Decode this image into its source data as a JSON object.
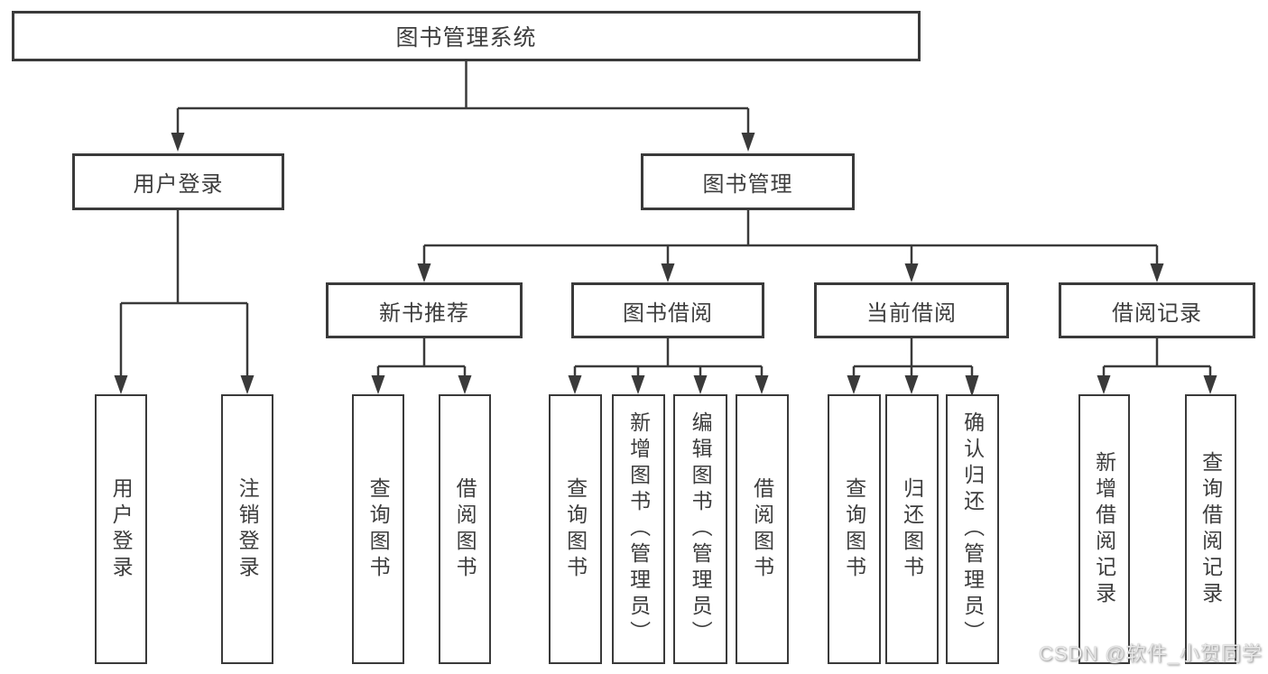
{
  "diagram": {
    "root": "图书管理系统",
    "user_branch": {
      "label": "用户登录",
      "children": [
        "用户登录",
        "注销登录"
      ]
    },
    "book_branch": {
      "label": "图书管理",
      "sections": [
        {
          "label": "新书推荐",
          "children": [
            "查询图书",
            "借阅图书"
          ]
        },
        {
          "label": "图书借阅",
          "children": [
            "查询图书",
            "新增图书（管理员）",
            "编辑图书（管理员）",
            "借阅图书"
          ]
        },
        {
          "label": "当前借阅",
          "children": [
            "查询图书",
            "归还图书",
            "确认归还（管理员）"
          ]
        },
        {
          "label": "借阅记录",
          "children": [
            "新增借阅记录",
            "查询借阅记录"
          ]
        }
      ]
    }
  },
  "watermark": "CSDN @软件_小贺同学",
  "colors": {
    "line": "#3a3a3a",
    "box_border": "#3a3a3a",
    "text": "#3d3d3d",
    "background": "#ffffff",
    "watermark": "#e8e8e8"
  }
}
